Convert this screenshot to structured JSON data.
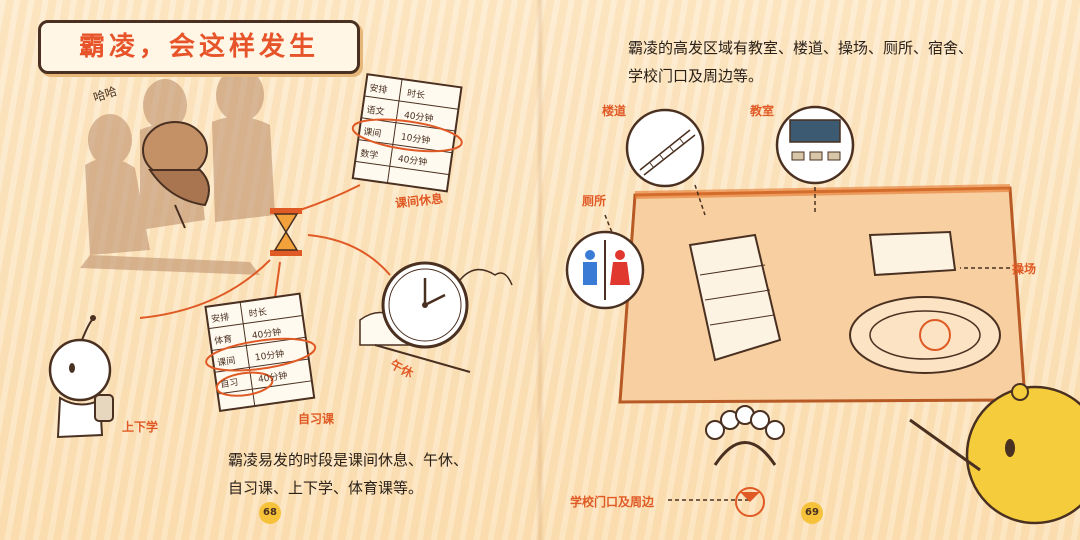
{
  "left_page": {
    "title": "霸凌，会这样发生",
    "shout_text": "哈哈",
    "labels": {
      "break": "课间休息",
      "nap": "午休",
      "self_study": "自习课",
      "commute": "上下学"
    },
    "schedule_top": {
      "header": [
        "安排",
        "时长"
      ],
      "rows": [
        [
          "语文",
          "40分钟"
        ],
        [
          "课间",
          "10分钟"
        ],
        [
          "数学",
          "40分钟"
        ]
      ]
    },
    "schedule_bottom": {
      "header": [
        "安排",
        "时长"
      ],
      "rows": [
        [
          "体育",
          "40分钟"
        ],
        [
          "课间",
          "10分钟"
        ],
        [
          "自习",
          "40分钟"
        ]
      ]
    },
    "body_lines": [
      "霸凌易发的时段是课间休息、午休、",
      "自习课、上下学、体育课等。"
    ],
    "page_number": "68"
  },
  "right_page": {
    "body_lines": [
      "霸凌的高发区域有教室、楼道、操场、厕所、宿舍、",
      "学校门口及周边等。"
    ],
    "labels": {
      "stairs": "楼道",
      "classroom": "教室",
      "toilet": "厕所",
      "playground": "操场",
      "gate": "学校门口及周边"
    },
    "page_number": "69"
  },
  "colors": {
    "accent": "#e05a25",
    "ink": "#4a3020",
    "paper": "#fbe6c4",
    "badge": "#f5c23a"
  }
}
